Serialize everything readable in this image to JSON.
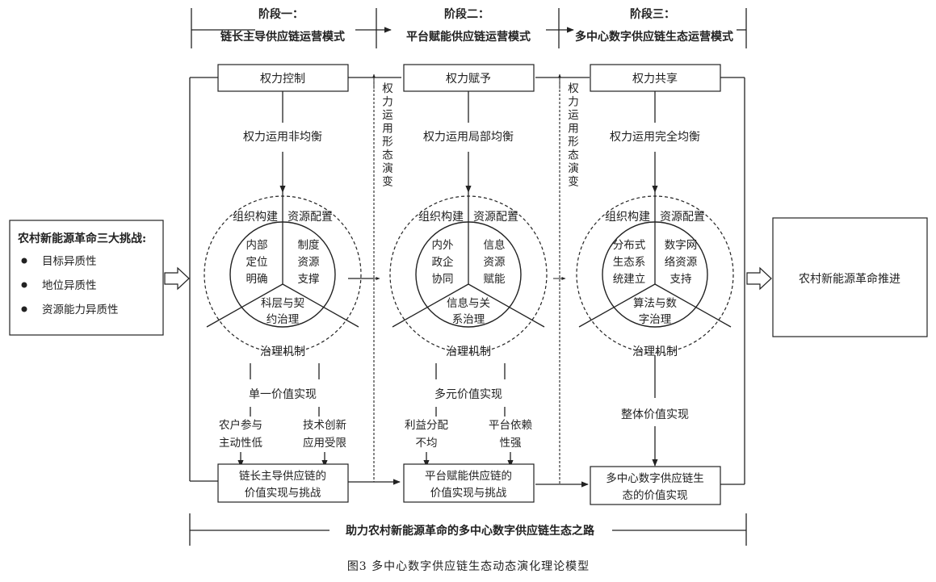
{
  "stages": [
    {
      "name": "阶段一：",
      "title": "链长主导供应链运营模式",
      "power": "权力控制",
      "balance": "权力运用非均衡",
      "org": "组织构建",
      "res": "资源配置",
      "left": [
        "内部",
        "定位",
        "明确"
      ],
      "right": [
        "制度",
        "资源",
        "支撑"
      ],
      "bottom": [
        "科层与契",
        "约治理"
      ],
      "mech": "治理机制",
      "value": "单一价值实现",
      "issues_left": [
        "农户参与",
        "主动性低"
      ],
      "issues_right": [
        "技术创新",
        "应用受限"
      ],
      "result": [
        "链长主导供应链的",
        "价值实现与挑战"
      ]
    },
    {
      "name": "阶段二：",
      "title": "平台赋能供应链运营模式",
      "power": "权力赋予",
      "balance": "权力运用局部均衡",
      "org": "组织构建",
      "res": "资源配置",
      "left": [
        "内外",
        "政企",
        "协同"
      ],
      "right": [
        "信息",
        "资源",
        "赋能"
      ],
      "bottom": [
        "信息与关",
        "系治理"
      ],
      "mech": "治理机制",
      "value": "多元价值实现",
      "issues_left": [
        "利益分配",
        "不均"
      ],
      "issues_right": [
        "平台依赖",
        "性强"
      ],
      "result": [
        "平台赋能供应链的",
        "价值实现与挑战"
      ]
    },
    {
      "name": "阶段三：",
      "title": "多中心数字供应链生态运营模式",
      "power": "权力共享",
      "balance": "权力运用完全均衡",
      "org": "组织构建",
      "res": "资源配置",
      "left": [
        "分布式",
        "生态系",
        "统建立"
      ],
      "right": [
        "数字网",
        "络资源",
        "支持"
      ],
      "bottom": [
        "算法与数",
        "字治理"
      ],
      "mech": "治理机制",
      "value": "整体价值实现",
      "result": [
        "多中心数字供应链生",
        "态的价值实现"
      ]
    }
  ],
  "evolution": "权力运用形态演变",
  "challenges": {
    "title": "农村新能源革命三大挑战:",
    "items": [
      "目标异质性",
      "地位异质性",
      "资源能力异质性"
    ]
  },
  "outcome": "农村新能源革命推进",
  "path": "助力农村新能源革命的多中心数字供应链生态之路",
  "caption": "图3  多中心数字供应链生态动态演化理论模型"
}
